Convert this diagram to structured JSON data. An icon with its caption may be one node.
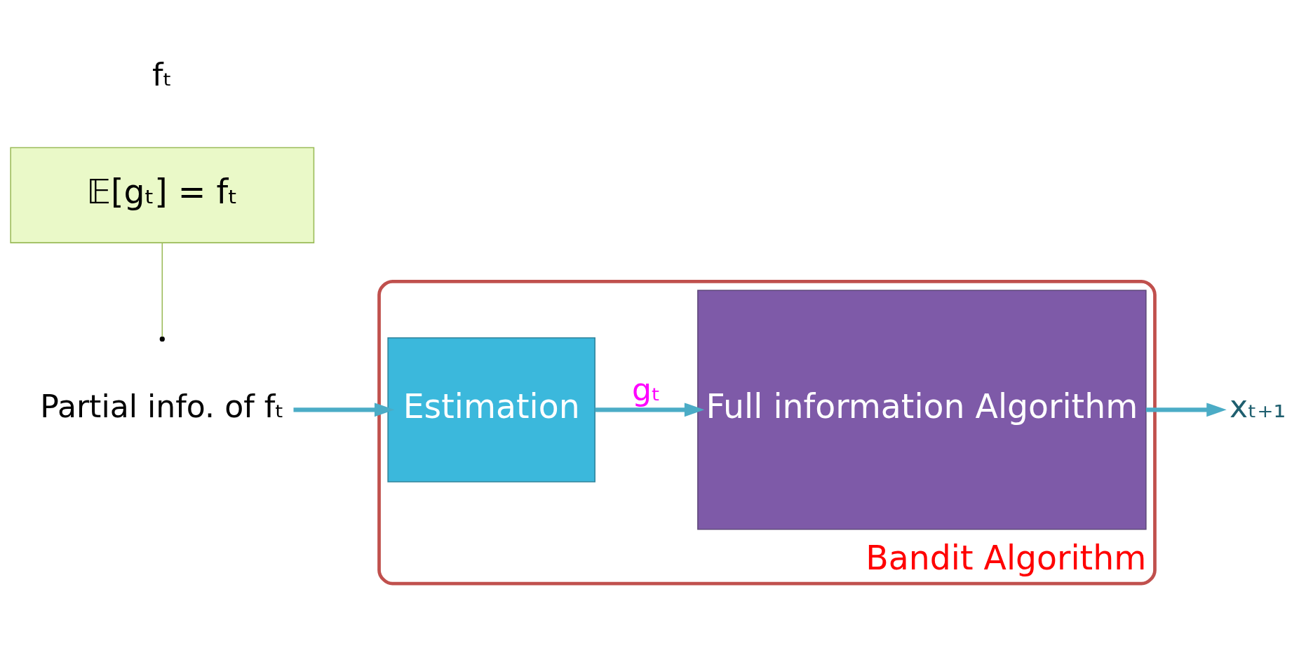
{
  "diagram": {
    "nodes": [
      {
        "text": [
          "Bandit Algorithm"
        ]
      },
      {
        "text": [
          "Partial info. of fₜ"
        ]
      },
      {
        "text": [
          "Estimation"
        ],
        "in": 0
      },
      {
        "text": [
          "Full information Algorithm"
        ],
        "in": 0
      },
      {
        "text": [
          "xₜ₊₁"
        ]
      },
      {
        "text": [
          "𝔼[gₜ] = fₜ"
        ]
      }
    ],
    "edges": [
      {
        "from": 1,
        "to": 2,
        "arrow": "to"
      },
      {
        "from": 2,
        "to": 3,
        "arrow": "to",
        "label": "gₜ"
      },
      {
        "from": 3,
        "to": 4,
        "arrow": "to"
      },
      {
        "from": 5,
        "to": null,
        "arrow": "none",
        "color": "#9bbb59"
      }
    ],
    "labels": [
      "fₜ"
    ]
  }
}
